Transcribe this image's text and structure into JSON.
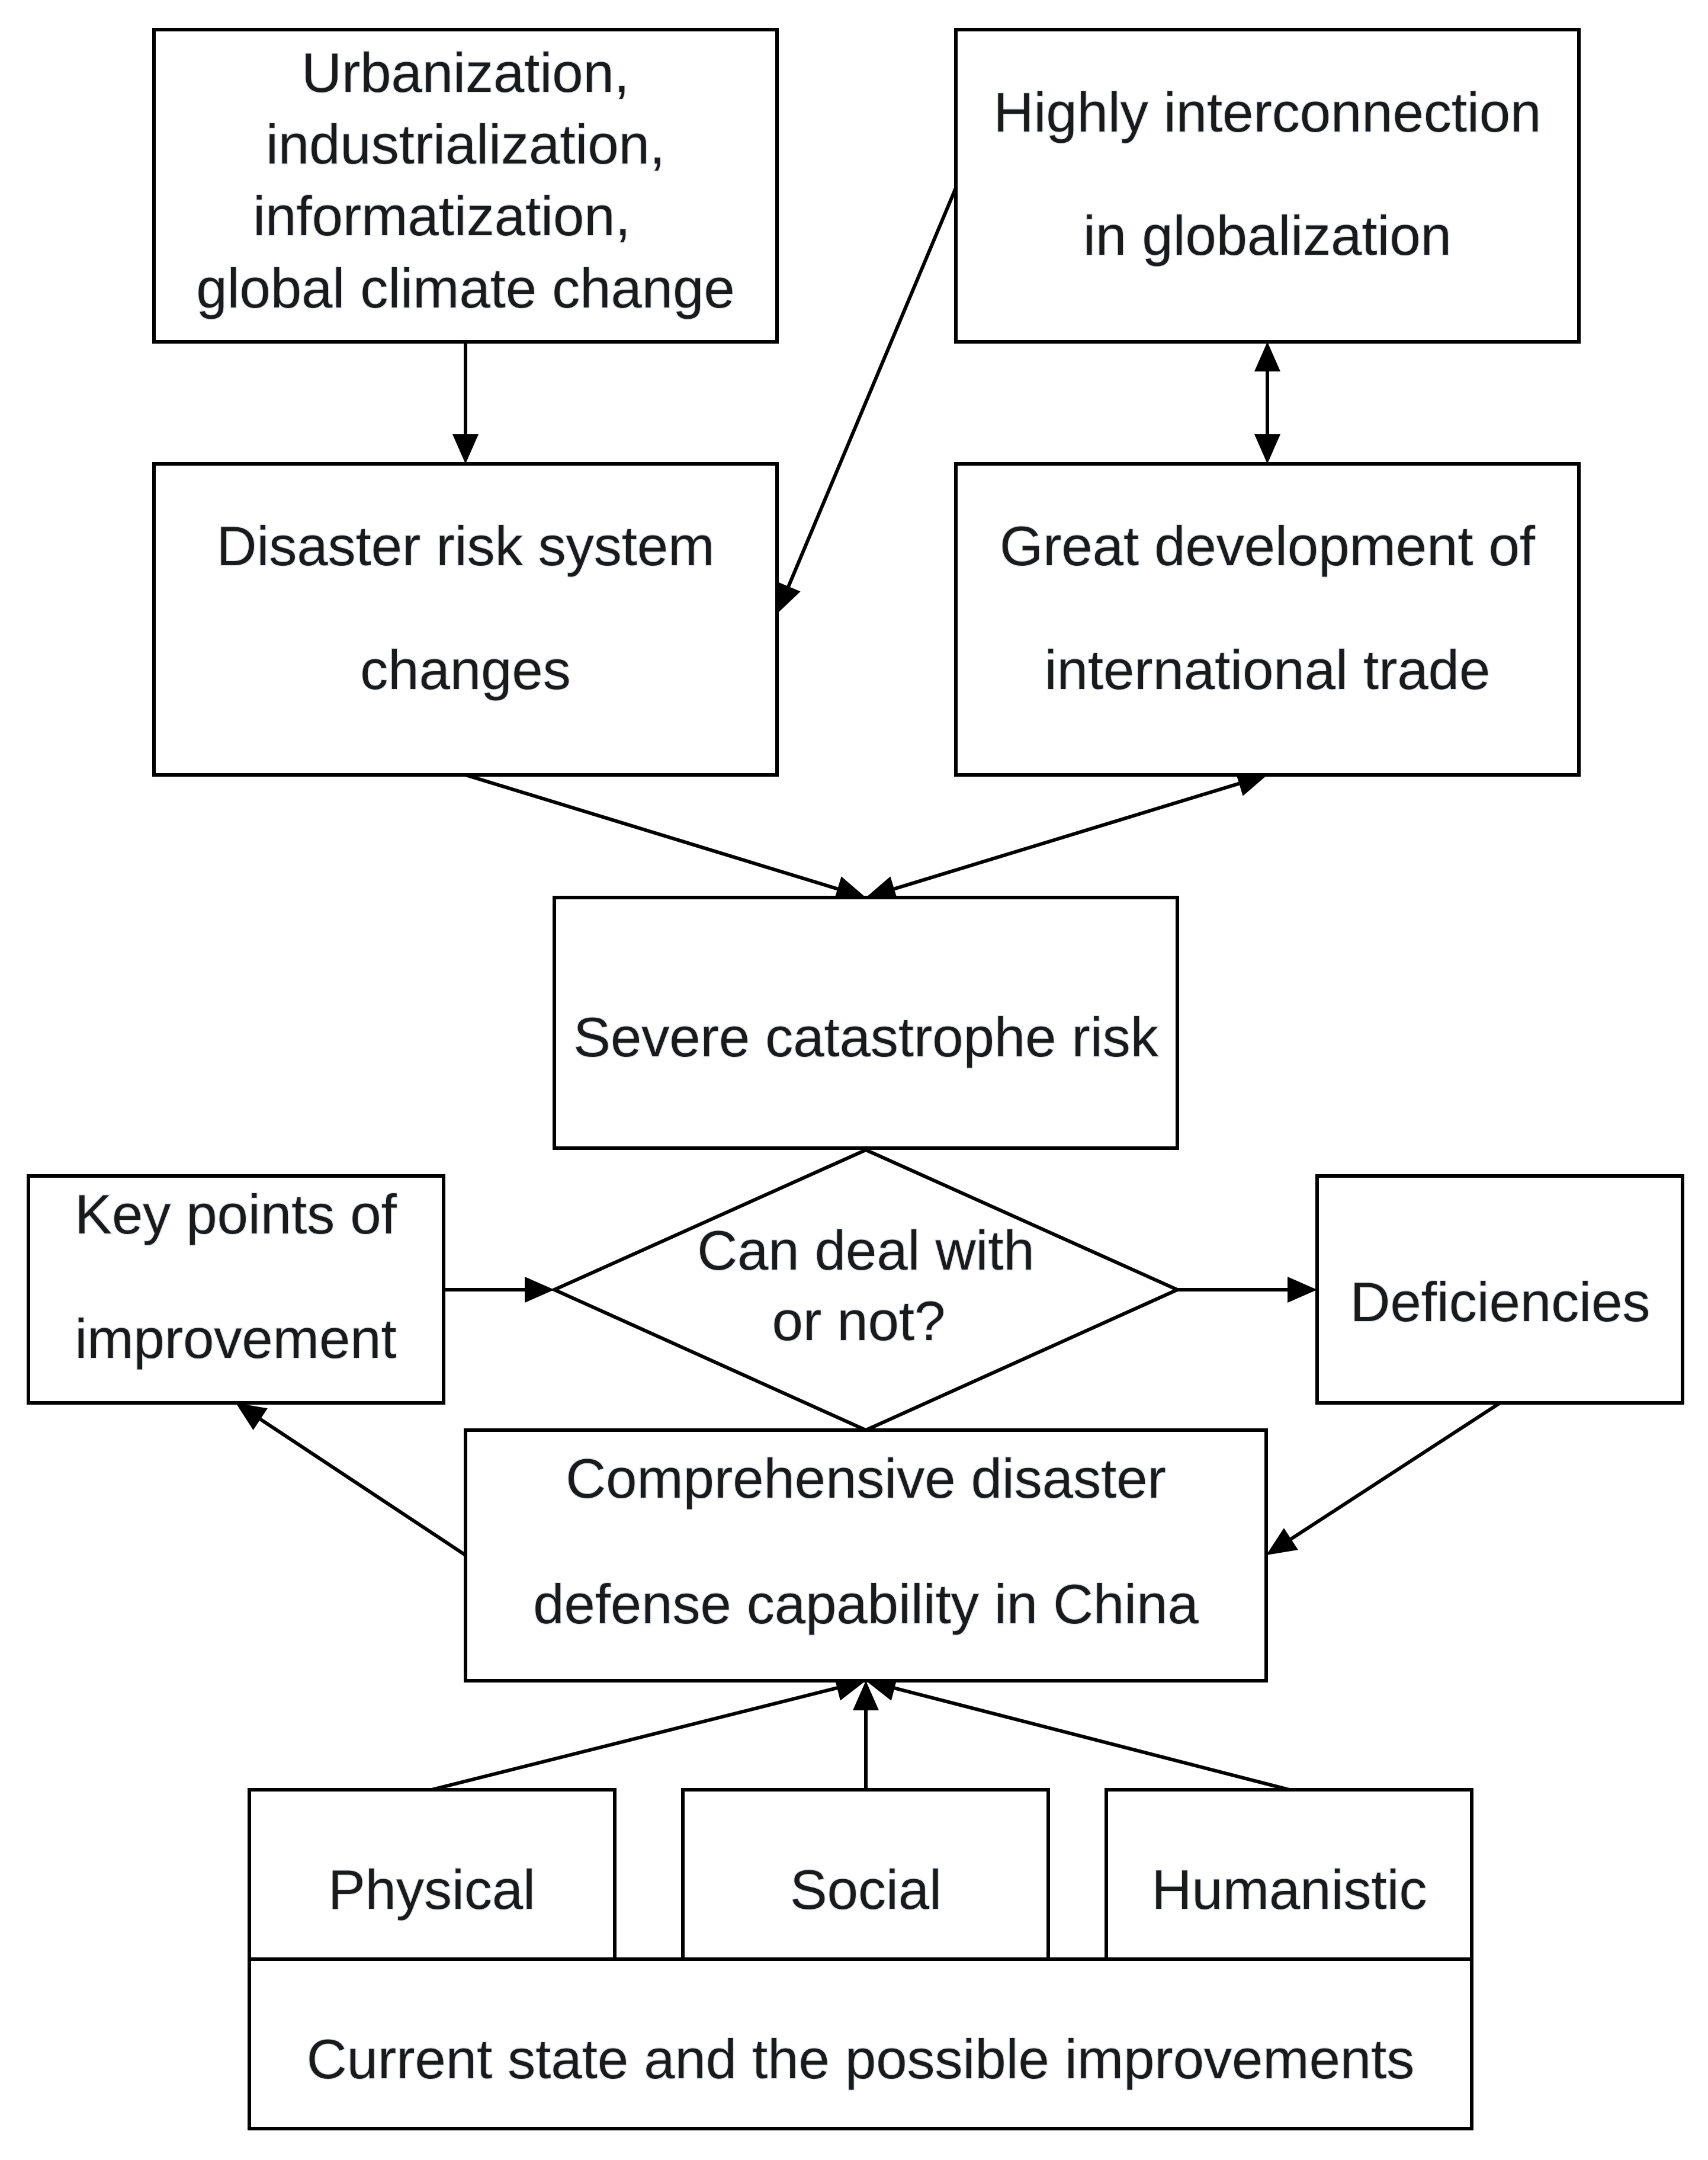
{
  "nodes": {
    "drivers": {
      "lines": [
        "Urbanization,",
        "industrialization,",
        "informatization,",
        "global climate change"
      ]
    },
    "globalization": {
      "lines": [
        "Highly interconnection",
        "in globalization"
      ]
    },
    "risk_system": {
      "lines": [
        "Disaster risk system",
        "changes"
      ]
    },
    "trade": {
      "lines": [
        "Great development of",
        "international trade"
      ]
    },
    "catastrophe": {
      "lines": [
        "Severe catastrophe risk"
      ]
    },
    "decision": {
      "lines": [
        "Can deal with",
        "or not?"
      ]
    },
    "key_points": {
      "lines": [
        "Key points of",
        "improvement"
      ]
    },
    "deficiencies": {
      "lines": [
        "Deficiencies"
      ]
    },
    "capability": {
      "lines": [
        "Comprehensive disaster",
        "defense capability in China"
      ]
    },
    "physical": {
      "lines": [
        "Physical"
      ]
    },
    "social": {
      "lines": [
        "Social"
      ]
    },
    "humanistic": {
      "lines": [
        "Humanistic"
      ]
    },
    "current_state": {
      "lines": [
        "Current state and the possible improvements"
      ]
    }
  },
  "edges": [
    {
      "from": "drivers",
      "to": "risk_system",
      "direction": "forward"
    },
    {
      "from": "globalization",
      "to": "risk_system",
      "direction": "forward"
    },
    {
      "from": "globalization",
      "to": "trade",
      "direction": "both"
    },
    {
      "from": "risk_system",
      "to": "catastrophe",
      "direction": "forward"
    },
    {
      "from": "catastrophe",
      "to": "trade",
      "direction": "both"
    },
    {
      "from": "key_points",
      "to": "decision",
      "direction": "forward"
    },
    {
      "from": "decision",
      "to": "deficiencies",
      "direction": "forward"
    },
    {
      "from": "deficiencies",
      "to": "capability",
      "direction": "forward"
    },
    {
      "from": "capability",
      "to": "key_points",
      "direction": "forward"
    },
    {
      "from": "physical",
      "to": "capability",
      "direction": "forward"
    },
    {
      "from": "social",
      "to": "capability",
      "direction": "forward"
    },
    {
      "from": "humanistic",
      "to": "capability",
      "direction": "forward"
    }
  ]
}
